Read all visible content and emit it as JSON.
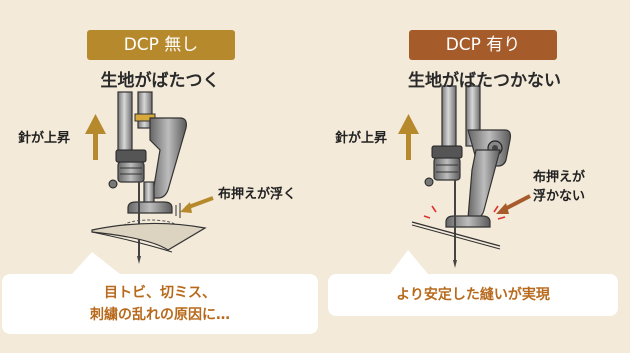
{
  "left": {
    "badge": "DCP 無し",
    "headline": "生地がばたつく",
    "needle_label": "針が上昇",
    "foot_label": "布押えが浮く",
    "callout_line1": "目トビ、切ミス、",
    "callout_line2": "刺繍の乱れの原因に…"
  },
  "right": {
    "badge": "DCP 有り",
    "headline": "生地がばたつかない",
    "needle_label": "針が上昇",
    "foot_label_line1": "布押えが",
    "foot_label_line2": "浮かない",
    "callout": "より安定した縫いが実現"
  },
  "colors": {
    "background": "#f3ead9",
    "badge_left": "#b7892d",
    "badge_right": "#a65b2b",
    "arrow": "#b7892d",
    "callout_text": "#b86a1c",
    "metal": "#9a9a9a"
  }
}
